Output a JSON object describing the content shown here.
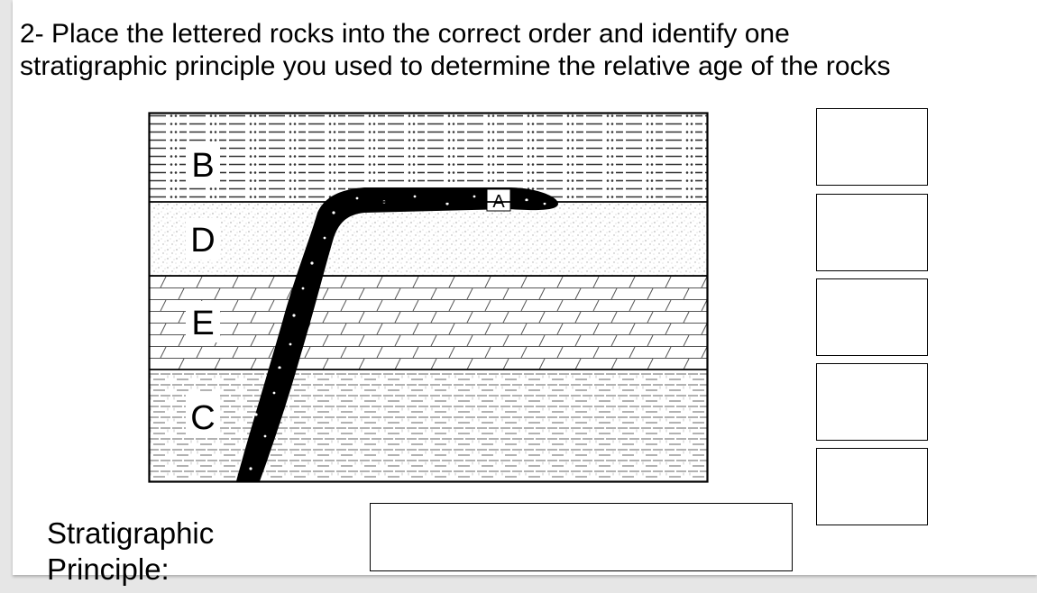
{
  "question": {
    "line1": "2- Place the lettered rocks into the correct order and identify one",
    "line2": "stratigraphic principle you used to determine the relative age of the rocks"
  },
  "diagram": {
    "layers": [
      {
        "letter": "B",
        "pattern": "dash-dot"
      },
      {
        "letter": "D",
        "pattern": "stipple"
      },
      {
        "letter": "E",
        "pattern": "brick"
      },
      {
        "letter": "C",
        "pattern": "dashed-lines"
      }
    ],
    "intrusion_label": "A",
    "colors": {
      "intrusion": "#000000",
      "line": "#000000",
      "fill": "#ffffff"
    }
  },
  "answer_boxes": [
    "",
    "",
    "",
    "",
    ""
  ],
  "principle": {
    "label_line1": "Stratigraphic",
    "label_line2": "Principle:",
    "value": ""
  }
}
